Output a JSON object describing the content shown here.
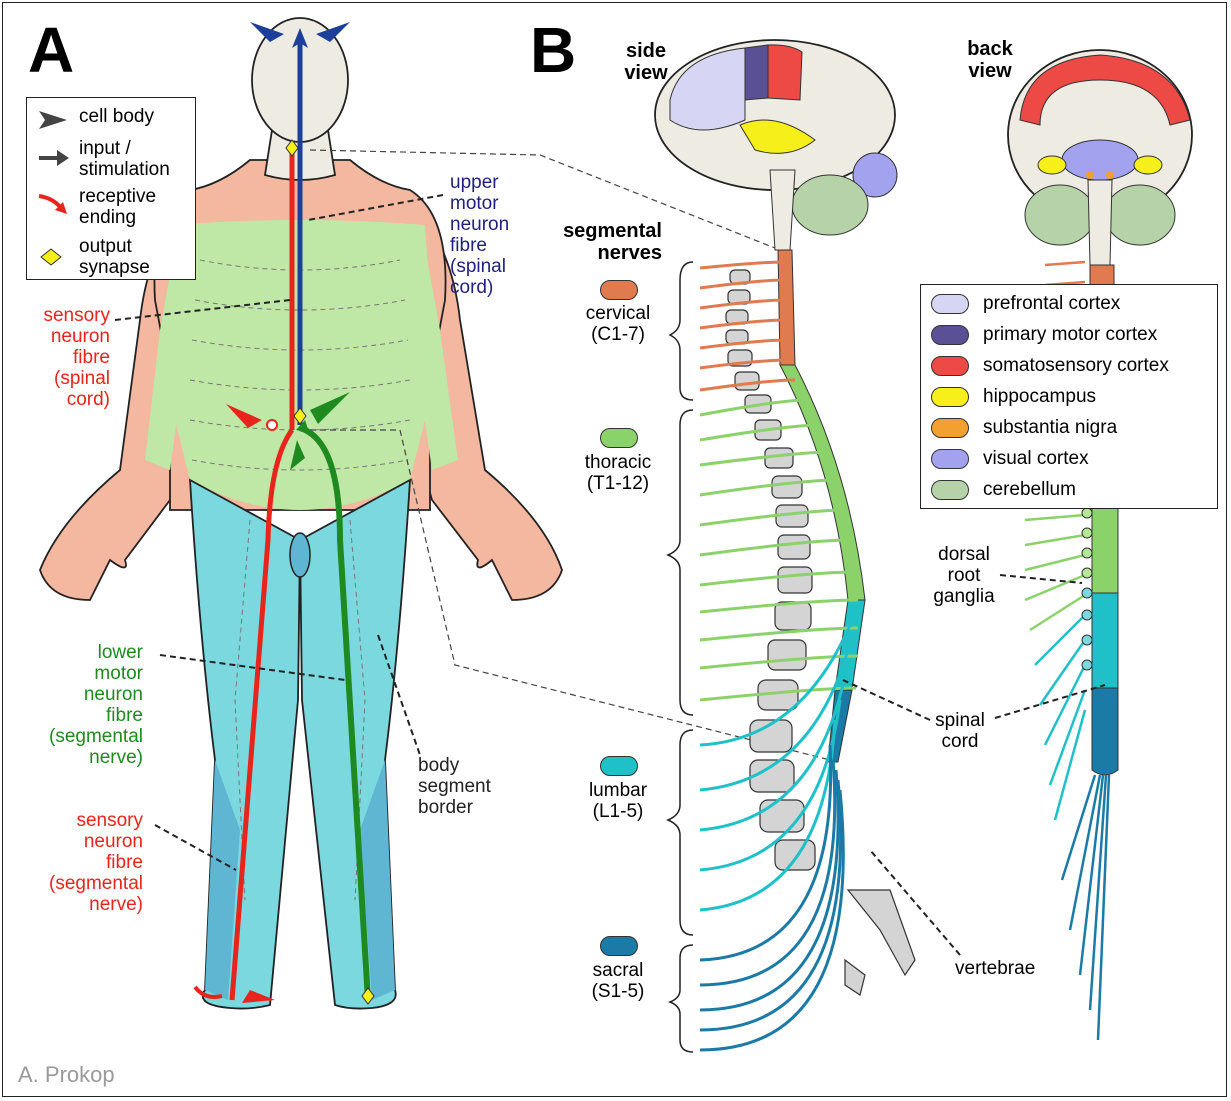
{
  "panels": {
    "a": "A",
    "b": "B"
  },
  "views": {
    "side": [
      "side",
      "view"
    ],
    "back": [
      "back",
      "view"
    ]
  },
  "legend_a": {
    "items": [
      {
        "label": [
          "cell body"
        ],
        "symbol": "cell-body-arrowhead-icon"
      },
      {
        "label": [
          "input /",
          "stimulation"
        ],
        "symbol": "input-arrow-icon"
      },
      {
        "label": [
          "receptive",
          "ending"
        ],
        "symbol": "receptive-ending-icon"
      },
      {
        "label": [
          "output",
          "synapse"
        ],
        "symbol": "output-synapse-icon"
      }
    ]
  },
  "labels_a": {
    "upper_motor": [
      "upper",
      "motor",
      "neuron",
      "fibre",
      "(spinal",
      "cord)"
    ],
    "sensory_spinal": [
      "sensory",
      "neuron",
      "fibre",
      "(spinal",
      "cord)"
    ],
    "lower_motor": [
      "lower",
      "motor",
      "neuron",
      "fibre",
      "(segmental",
      "nerve)"
    ],
    "body_segment": [
      "body",
      "segment",
      "border"
    ],
    "sensory_segmental": [
      "sensory",
      "neuron",
      "fibre",
      "(segmental",
      "nerve)"
    ]
  },
  "segmental": {
    "title": [
      "segmental",
      "nerves"
    ],
    "groups": [
      {
        "name": "cervical",
        "range": "(C1-7)",
        "color": "#e07a4f"
      },
      {
        "name": "thoracic",
        "range": "(T1-12)",
        "color": "#8cd26a"
      },
      {
        "name": "lumbar",
        "range": "(L1-5)",
        "color": "#1fc0c8"
      },
      {
        "name": "sacral",
        "range": "(S1-5)",
        "color": "#1b7aa6"
      }
    ]
  },
  "legend_b": {
    "items": [
      {
        "label": "prefrontal cortex",
        "color": "#d6d6f4"
      },
      {
        "label": "primary motor cortex",
        "color": "#5a5096"
      },
      {
        "label": "somatosensory cortex",
        "color": "#ee4a45"
      },
      {
        "label": "hippocampus",
        "color": "#f6ef1a"
      },
      {
        "label": "substantia nigra",
        "color": "#f2a032"
      },
      {
        "label": "visual cortex",
        "color": "#a2a2ee"
      },
      {
        "label": "cerebellum",
        "color": "#b6d2a8"
      }
    ]
  },
  "labels_b": {
    "drg": [
      "dorsal",
      "root",
      "ganglia"
    ],
    "spinal_cord": [
      "spinal",
      "cord"
    ],
    "vertebrae": "vertebrae"
  },
  "credit": "A. Prokop",
  "colors": {
    "sensory": "#e8251c",
    "upper_motor": "#1c3f9a",
    "lower_motor": "#1f8a1f",
    "skin": "#f4b79f",
    "thoracic_zone": "#bfe8a6",
    "lumbar_zone": "#7ad8de",
    "sacral_zone": "#5fb6d2",
    "head": "#eeebe3",
    "vertebra": "#d4d4d4"
  }
}
